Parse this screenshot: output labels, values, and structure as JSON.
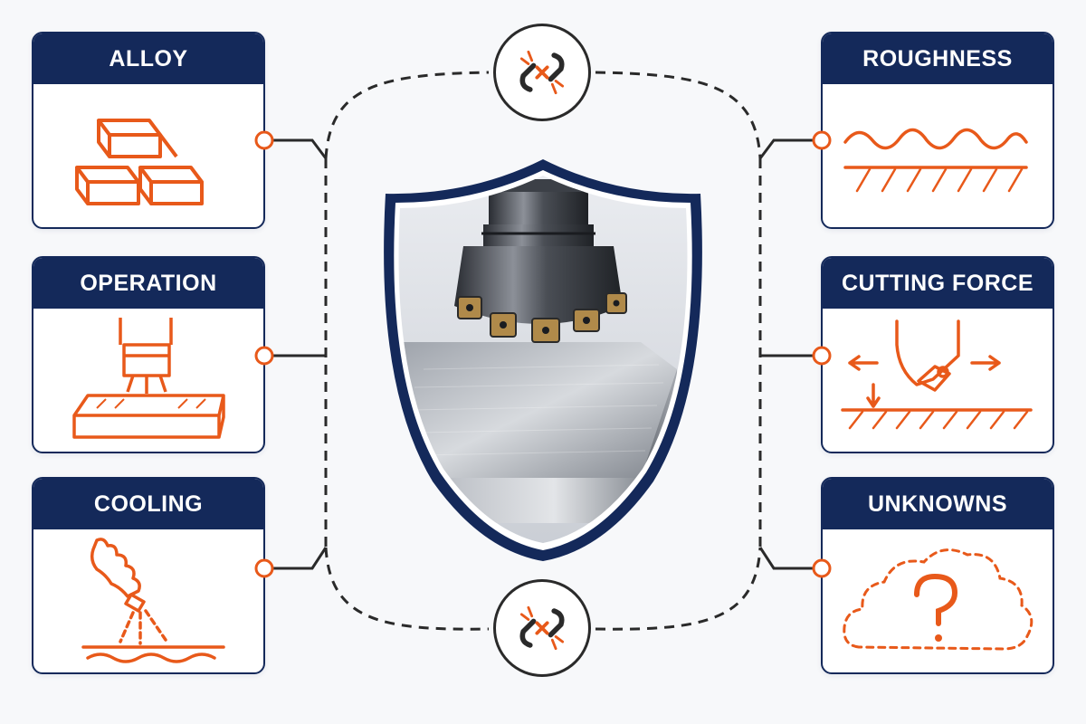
{
  "left_cards": [
    {
      "title": "ALLOY",
      "icon": "gold-bars-icon"
    },
    {
      "title": "OPERATION",
      "icon": "milling-machine-icon"
    },
    {
      "title": "COOLING",
      "icon": "coolant-spray-icon"
    }
  ],
  "right_cards": [
    {
      "title": "ROUGHNESS",
      "icon": "surface-roughness-icon"
    },
    {
      "title": "CUTTING FORCE",
      "icon": "cutting-force-icon"
    },
    {
      "title": "UNKNOWNS",
      "icon": "question-cloud-icon"
    }
  ],
  "center": {
    "icon": "shield-icon",
    "image": "milling-cutter-on-metal-block"
  },
  "links": [
    {
      "icon": "broken-link-icon"
    },
    {
      "icon": "broken-link-icon"
    }
  ],
  "colors": {
    "navy": "#14295a",
    "accent_orange": "#e8591a",
    "connector": "#2a2a2a",
    "card_bg": "#ffffff",
    "page_bg": "#f7f8fa"
  }
}
